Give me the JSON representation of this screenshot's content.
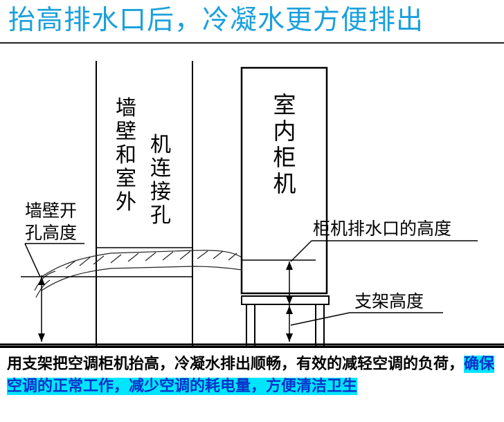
{
  "title": "抬高排水口后，冷凝水更方便排出",
  "wall_label": "墙壁和室外",
  "connector_label": "机连接孔",
  "cabinet_label": "室内柜机",
  "wall_hole_label_line1": "墙壁开",
  "wall_hole_label_line2": "孔高度",
  "drain_height_label": "柜机排水口的高度",
  "stand_height_label": "支架高度",
  "caption": {
    "normal": "用支架把空调柜机抬高，冷凝水排出顺畅，有效的减轻空调的负荷，",
    "highlight": "确保空调的正常工作，减少空调的耗电量，方便清洁卫生"
  },
  "colors": {
    "title": "#1aa0dc",
    "highlight_bg": "#00e5ff",
    "highlight_text": "#0b2fc9"
  }
}
